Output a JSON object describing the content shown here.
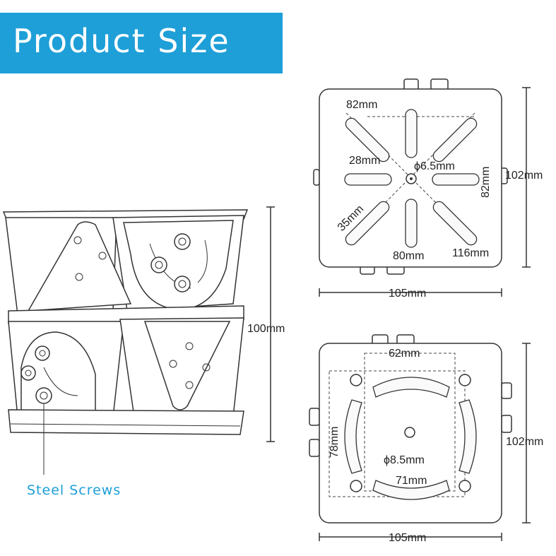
{
  "header": {
    "title": "Product Size"
  },
  "callout": {
    "screws_label": "Steel Screws"
  },
  "side_view": {
    "height_label": "100mm"
  },
  "top_plate": {
    "label_82mm_top": "82mm",
    "label_28mm": "28mm",
    "label_hole": "ϕ6.5mm",
    "label_82mm_vertical": "82mm",
    "label_35mm": "35mm",
    "label_80mm": "80mm",
    "label_116mm": "116mm",
    "label_height": "102mm",
    "label_width": "105mm"
  },
  "bottom_plate": {
    "label_62mm": "62mm",
    "label_78mm": "78mm",
    "label_hole": "ϕ8.5mm",
    "label_71mm": "71mm",
    "label_height": "102mm",
    "label_width": "105mm"
  },
  "colors": {
    "accent": "#1e9fd8",
    "line": "#333333"
  }
}
